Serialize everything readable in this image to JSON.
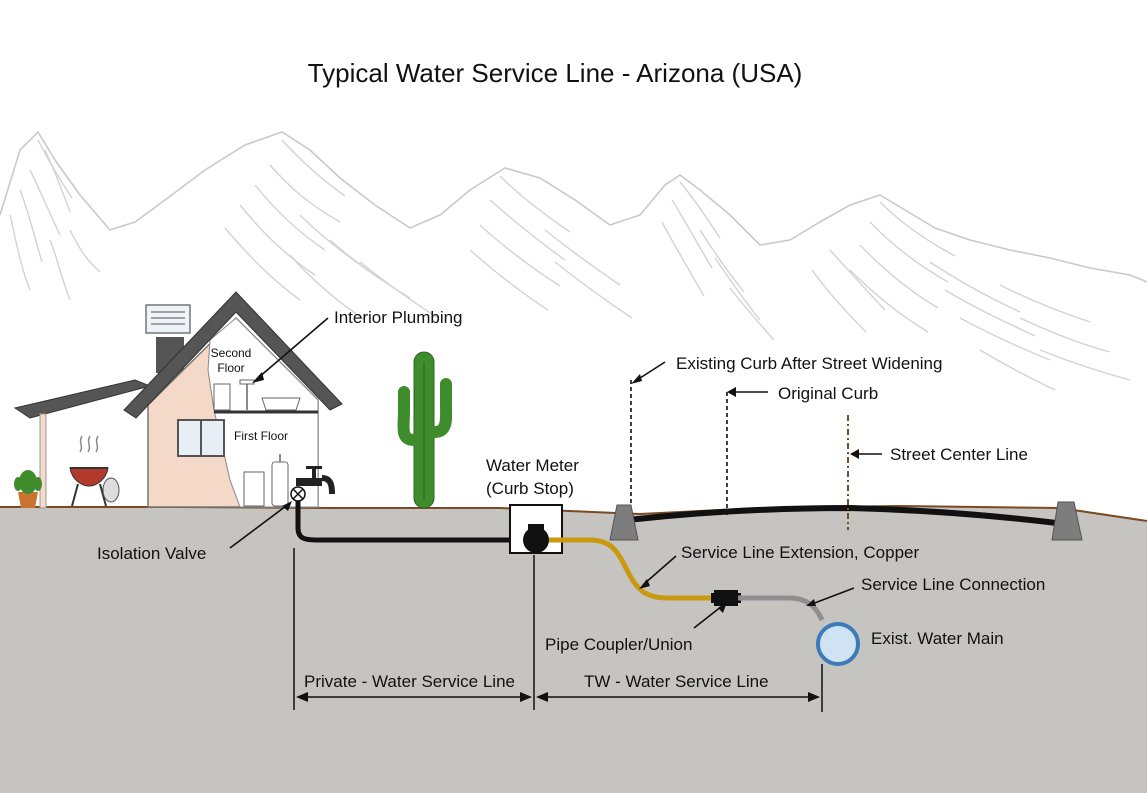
{
  "title": "Typical Water Service Line - Arizona (USA)",
  "labels": {
    "interior_plumbing": "Interior Plumbing",
    "second_floor_line1": "Second",
    "second_floor_line2": "Floor",
    "first_floor": "First Floor",
    "water_meter_line1": "Water Meter",
    "water_meter_line2": "(Curb Stop)",
    "existing_curb": "Existing Curb After Street Widening",
    "original_curb": "Original Curb",
    "street_center_line": "Street Center Line",
    "isolation_valve": "Isolation Valve",
    "service_line_extension": "Service Line Extension, Copper",
    "service_line_connection": "Service Line Connection",
    "pipe_coupler": "Pipe Coupler/Union",
    "water_main": "Exist. Water Main",
    "private_line": "Private - Water Service Line",
    "tw_line": "TW - Water Service Line"
  },
  "colors": {
    "ground": "#c6c4c1",
    "ground_edge": "#7a4a22",
    "private_pipe": "#111111",
    "copper_pipe": "#c99a10",
    "main_connection_pipe": "#8f8f8f",
    "water_main_fill": "#cfe3f3",
    "water_main_ring": "#3d7ab8",
    "house_wall": "#f5d9c8",
    "house_roof": "#555555",
    "cactus": "#3f8c2d",
    "street": "#111111"
  },
  "icons": [
    "house-icon",
    "cactus-icon",
    "grill-icon",
    "faucet-icon",
    "valve-icon",
    "meter-icon",
    "coupler-icon",
    "water-main-icon",
    "curb-icon"
  ]
}
